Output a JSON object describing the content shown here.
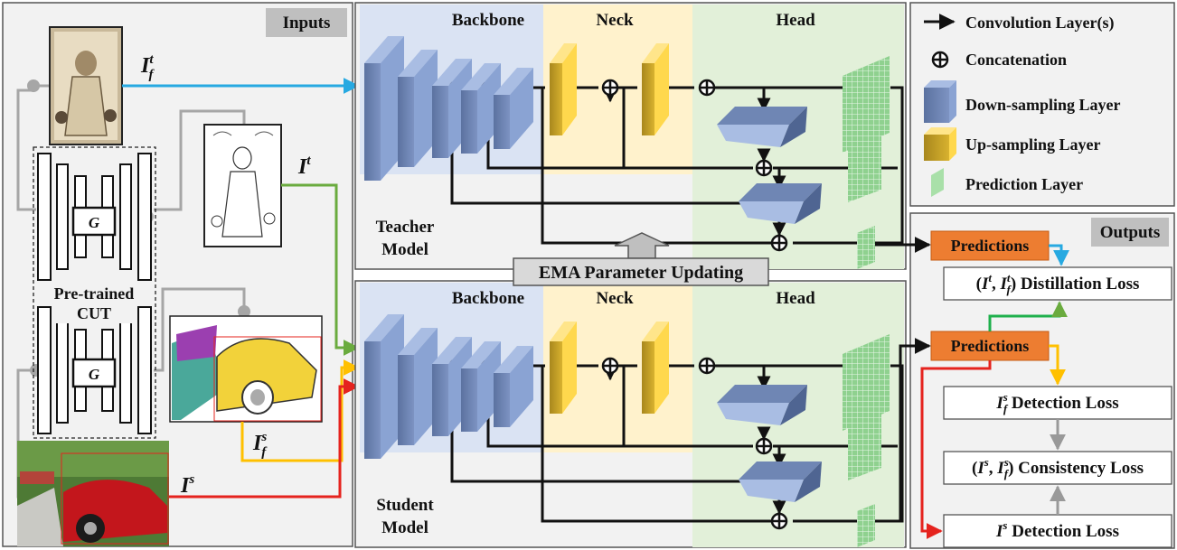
{
  "inputs": {
    "tag": "Inputs",
    "if_t_base": "I",
    "if_t_sup": "t",
    "if_t_sub": "f",
    "it_base": "I",
    "it_sup": "t",
    "ifs_base": "I",
    "ifs_sup": "s",
    "ifs_sub": "f",
    "is_base": "I",
    "is_sup": "s",
    "generator": "G",
    "cut_line1": "Pre-trained",
    "cut_line2": "CUT"
  },
  "teacher": {
    "backbone": "Backbone",
    "neck": "Neck",
    "head": "Head",
    "name_line1": "Teacher",
    "name_line2": "Model"
  },
  "student": {
    "backbone": "Backbone",
    "neck": "Neck",
    "head": "Head",
    "name_line1": "Student",
    "name_line2": "Model"
  },
  "ema": "EMA Parameter Updating",
  "legend": {
    "convolution": "Convolution Layer(s)",
    "concatenation": "Concatenation",
    "downsampling": "Down-sampling Layer",
    "upsampling": "Up-sampling Layer",
    "prediction": "Prediction Layer"
  },
  "outputs": {
    "tag": "Outputs",
    "predictions_teacher": "Predictions",
    "predictions_student": "Predictions",
    "distill_open": "(",
    "distill_i1": "I",
    "distill_i1_sup": "t",
    "distill_comma": ", ",
    "distill_i2": "I",
    "distill_i2_sup": "t",
    "distill_i2_sub": "f",
    "distill_close": ")",
    "distill_text": " Distillation Loss",
    "det_f_base": "I",
    "det_f_sup": "s",
    "det_f_sub": "f",
    "det_f_text": " Detection Loss",
    "cons_open": "(",
    "cons_i1": "I",
    "cons_i1_sup": "s",
    "cons_comma": ", ",
    "cons_i2": "I",
    "cons_i2_sup": "s",
    "cons_i2_sub": "f",
    "cons_close": ")",
    "cons_text": " Consistency Loss",
    "det_s_base": "I",
    "det_s_sup": "s",
    "det_s_text": " Detection Loss"
  },
  "colors": {
    "teacher_flow": "#27a9e1",
    "green_flow": "#6aab3e",
    "orange_flow": "#ffc000",
    "red_flow": "#e5231e",
    "predictions_fill": "#ed7d31",
    "backbone_bg": "#dae3f3",
    "neck_bg": "#fff2cc",
    "head_bg": "#e2f0d9",
    "down_layer": "#6f86b4",
    "up_layer": "#c9a227",
    "pred_layer": "#8fd18f",
    "tag_bg": "#bfbfbf"
  }
}
